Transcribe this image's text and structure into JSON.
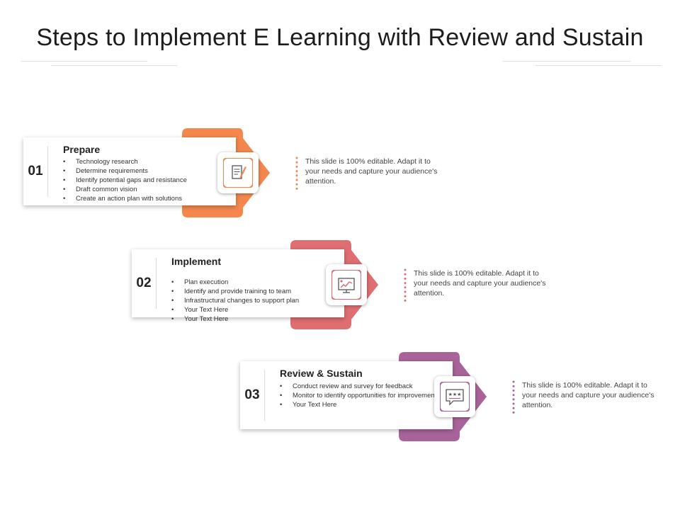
{
  "title": "Steps to Implement E Learning with Review and Sustain",
  "colors": {
    "orange": "#F4874D",
    "red": "#DE6E71",
    "purple": "#A9639A"
  },
  "steps": [
    {
      "number": "01",
      "heading": "Prepare",
      "color": "#F4874D",
      "icon": "notepad-pen-icon",
      "bullets": [
        "Technology research",
        "Determine requirements",
        "Identify potential gaps and resistance",
        "Draft common vision",
        "Create an action plan with solutions"
      ],
      "note": "This slide is 100% editable. Adapt it to your needs and capture your audience's attention."
    },
    {
      "number": "02",
      "heading": "Implement",
      "color": "#DE6E71",
      "icon": "presentation-board-icon",
      "bullets": [
        "Plan execution",
        "Identify and provide training to team",
        "Infrastructural changes to support plan",
        "Your Text Here",
        "Your Text Here"
      ],
      "note": "This slide is 100% editable. Adapt it to your needs and capture your audience's attention."
    },
    {
      "number": "03",
      "heading": "Review & Sustain",
      "color": "#A9639A",
      "icon": "rating-chat-bubble-icon",
      "bullets": [
        "Conduct review and survey for feedback",
        "Monitor to identify opportunities for improvements",
        "Your Text Here"
      ],
      "note": "This slide is 100% editable. Adapt it to your needs and capture your audience's attention."
    }
  ]
}
